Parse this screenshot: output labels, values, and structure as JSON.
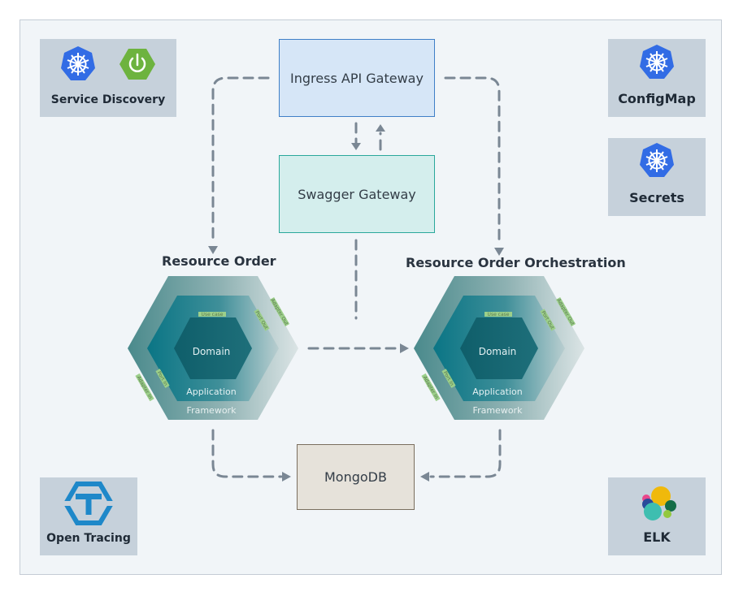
{
  "boxes": {
    "service_discovery": "Service Discovery",
    "configmap": "ConfigMap",
    "secrets": "Secrets",
    "open_tracing": "Open Tracing",
    "elk": "ELK"
  },
  "nodes": {
    "ingress": "Ingress API Gateway",
    "swagger": "Swagger Gateway",
    "mongodb": "MongoDB"
  },
  "services": {
    "left": {
      "title": "Resource Order",
      "domain": "Domain",
      "application": "Application",
      "framework": "Framework",
      "use_case": "Use case",
      "port_out": "Port Out",
      "adapter_out": "Adapter Out",
      "port_in": "Port In",
      "adapter_in": "Adapter In"
    },
    "right": {
      "title": "Resource Order Orchestration",
      "domain": "Domain",
      "application": "Application",
      "framework": "Framework",
      "use_case": "Use case",
      "port_out": "Port Out",
      "adapter_out": "Adapter Out",
      "port_in": "Port In",
      "adapter_in": "Adapter In"
    }
  },
  "colors": {
    "kubernetes": "#326ce5",
    "spring": "#6db33f",
    "connector": "#7a8794",
    "ingress_fill": "#d6e6f7",
    "ingress_border": "#3f7fc7",
    "swagger_fill": "#d4eeed",
    "swagger_border": "#2aa89b",
    "mongodb_fill": "#e6e2da",
    "mongodb_border": "#7a6e5e"
  }
}
